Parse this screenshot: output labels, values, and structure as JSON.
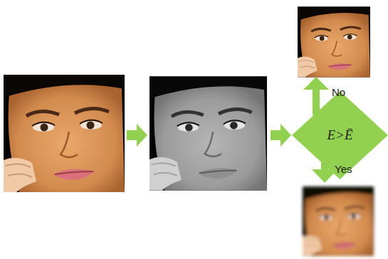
{
  "diagram": {
    "nodes": [
      {
        "text": [
          "E>Ē"
        ]
      }
    ],
    "labels": [
      "No",
      "Yes"
    ]
  }
}
